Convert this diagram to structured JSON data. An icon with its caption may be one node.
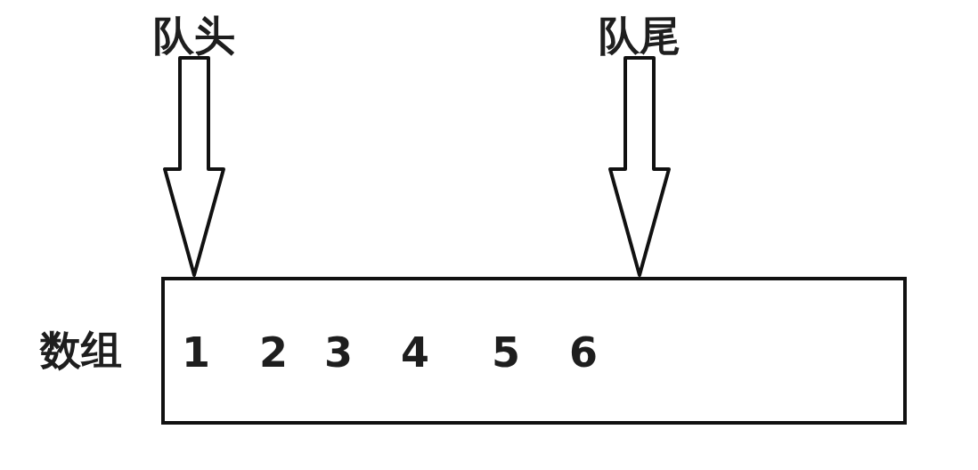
{
  "diagram": {
    "nodes": [
      {
        "text": [
          "队头"
        ]
      },
      {
        "text": [
          "队尾"
        ]
      },
      {
        "text": [
          "1",
          "2",
          "3",
          "4",
          "5",
          "6"
        ],
        "beside": [
          "数组"
        ]
      }
    ],
    "edges": [
      {
        "from": 0,
        "to": 2,
        "arrow": "to",
        "style": "thick"
      },
      {
        "from": 1,
        "to": 2,
        "arrow": "to",
        "style": "thick"
      }
    ]
  }
}
